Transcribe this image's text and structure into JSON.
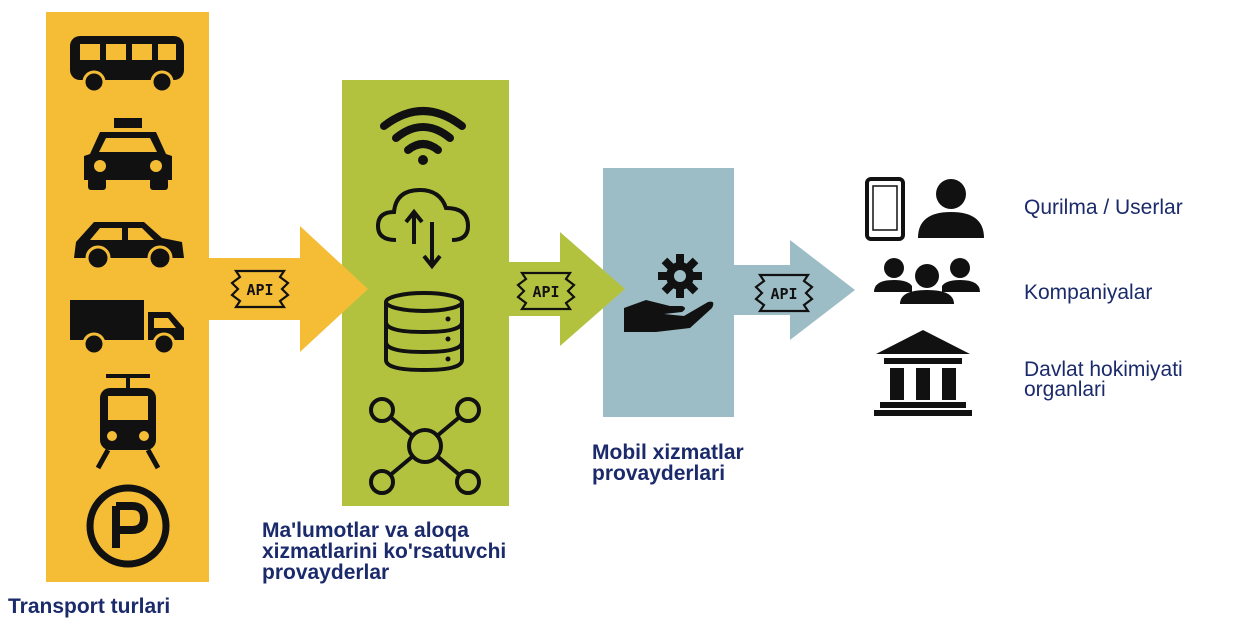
{
  "columns": {
    "transport": {
      "caption": "Transport turlari",
      "color": "#f5bd36",
      "icons": [
        "bus-icon",
        "taxi-icon",
        "car-icon",
        "truck-icon",
        "tram-icon",
        "parking-icon"
      ]
    },
    "data_providers": {
      "caption": "Ma'lumotlar va aloqa\nxizmatlarini ko'rsatuvchi\nprovayderlar",
      "color": "#b3c23e",
      "icons": [
        "wifi-icon",
        "cloud-sync-icon",
        "database-icon",
        "network-icon"
      ]
    },
    "mobile_providers": {
      "caption": "Mobil xizmatlar\nprovayderlari",
      "color": "#9dbdc6",
      "icons": [
        "hand-gear-icon"
      ]
    }
  },
  "connectors": [
    {
      "label": "API",
      "color": "#f5bd36"
    },
    {
      "label": "API",
      "color": "#b3c23e"
    },
    {
      "label": "API",
      "color": "#9dbdc6"
    }
  ],
  "audience": [
    {
      "label": "Qurilma / Userlar",
      "icons": [
        "phone-icon",
        "user-icon"
      ]
    },
    {
      "label": "Kompaniyalar",
      "icons": [
        "group-icon"
      ]
    },
    {
      "label": "Davlat hokimiyati\norganlari",
      "icons": [
        "government-building-icon"
      ]
    }
  ],
  "colors": {
    "caption_text": "#1b2a6b",
    "icon": "#111111"
  }
}
